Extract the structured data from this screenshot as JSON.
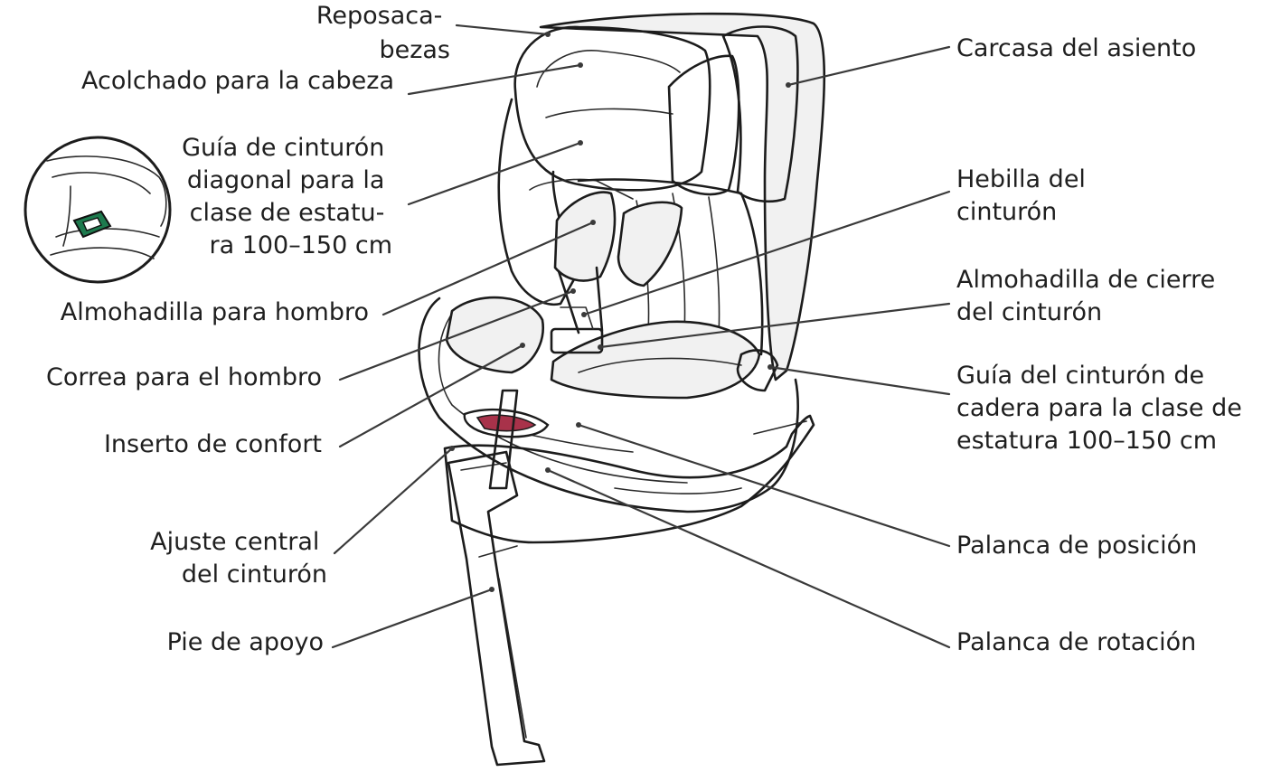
{
  "diagram": {
    "labels_left": {
      "headrest": [
        "Reposaca-",
        "bezas"
      ],
      "head_padding": [
        "Acolchado para la cabeza"
      ],
      "diagonal_belt_guide": [
        "Guía de cinturón",
        "diagonal para la",
        "clase de estatu-",
        "ra 100–150 cm"
      ],
      "shoulder_pad": [
        "Almohadilla para hombro"
      ],
      "shoulder_strap": [
        "Correa para el hombro"
      ],
      "comfort_insert": [
        "Inserto de confort"
      ],
      "central_adjust": [
        "Ajuste central",
        "del cinturón"
      ],
      "support_leg": [
        "Pie de apoyo"
      ]
    },
    "labels_right": {
      "seat_shell": [
        "Carcasa del asiento"
      ],
      "belt_buckle": [
        "Hebilla del",
        "cinturón"
      ],
      "buckle_pad": [
        "Almohadilla de cierre",
        "del cinturón"
      ],
      "lap_belt_guide": [
        "Guía del cinturón de",
        "cadera para la clase de",
        "estatura 100–150 cm"
      ],
      "position_lever": [
        "Palanca de posición"
      ],
      "rotation_lever": [
        "Palanca de rotación"
      ]
    },
    "colors": {
      "ink": "#1c1c1c",
      "accent_green": "#1e7a4e",
      "accent_red": "#a8324a",
      "label_text": "#1f1f1f"
    }
  }
}
